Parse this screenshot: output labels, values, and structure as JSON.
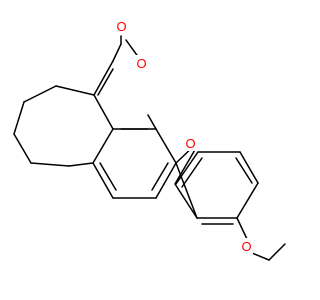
{
  "structure": {
    "atoms": [
      {
        "element": "O",
        "label": "O",
        "role": "carbonyl-oxygen",
        "color": "#ff0000"
      },
      {
        "element": "O",
        "label": "O",
        "role": "ring-oxygen",
        "color": "#ff0000"
      },
      {
        "element": "O",
        "label": "O",
        "role": "ether-oxygen",
        "color": "#ff0000"
      },
      {
        "element": "O",
        "label": "O",
        "role": "methoxy-oxygen",
        "color": "#ff0000"
      }
    ],
    "bond_color": "#000000",
    "background": "#ffffff"
  }
}
